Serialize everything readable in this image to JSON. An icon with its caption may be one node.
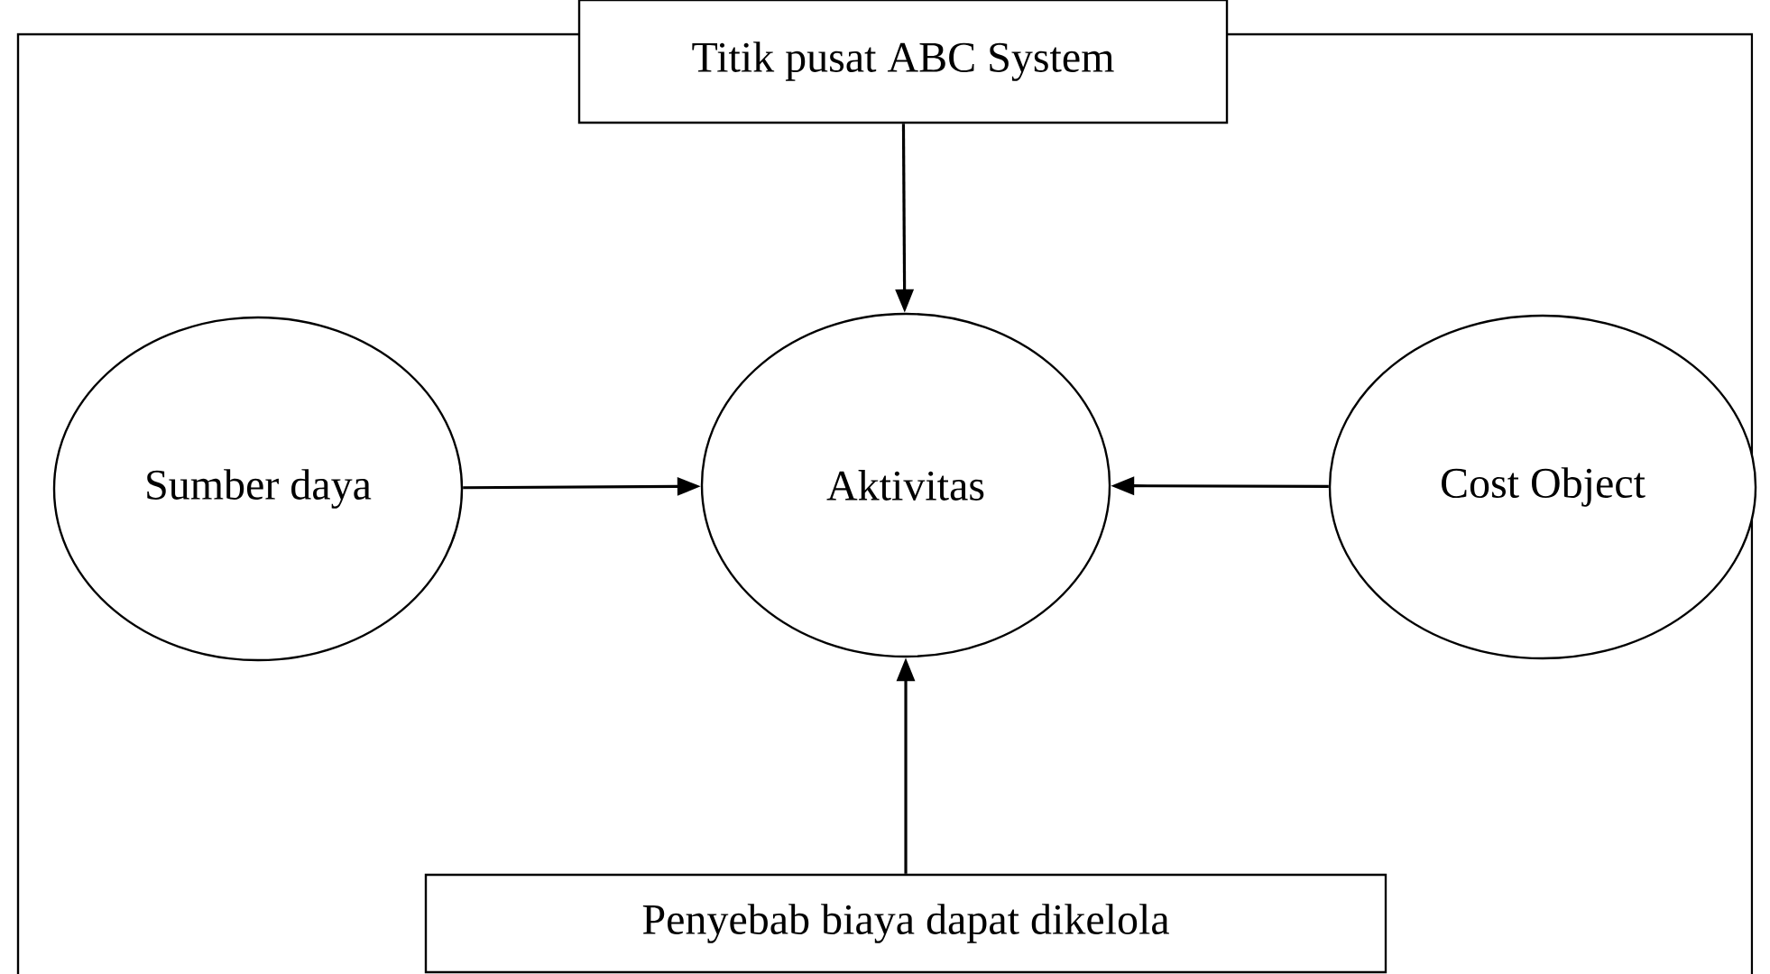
{
  "diagram": {
    "nodes": [
      {
        "text": [
          "Titik pusat ABC System"
        ]
      },
      {
        "text": [
          "Sumber daya"
        ]
      },
      {
        "text": [
          "Aktivitas"
        ]
      },
      {
        "text": [
          "Cost Object"
        ]
      },
      {
        "text": [
          "Penyebab biaya dapat dikelola"
        ]
      }
    ],
    "edges": [
      {
        "from": 0,
        "to": 2,
        "arrow": "to"
      },
      {
        "from": 1,
        "to": 2,
        "arrow": "to"
      },
      {
        "from": 3,
        "to": 2,
        "arrow": "to"
      },
      {
        "from": 4,
        "to": 2,
        "arrow": "to"
      }
    ]
  }
}
